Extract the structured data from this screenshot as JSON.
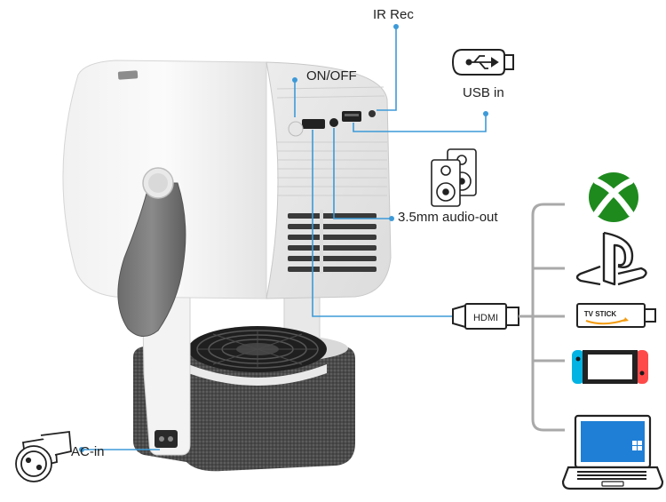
{
  "labels": {
    "ir_rec": "IR Rec",
    "on_off": "ON/OFF",
    "usb_in": "USB in",
    "audio_out": "3.5mm audio-out",
    "ac_in": "AC-in",
    "hdmi_plug": "HDMI",
    "tv_stick": "TV STICK"
  },
  "devices": [
    "xbox-console",
    "playstation-console",
    "tv-stick",
    "nintendo-switch",
    "laptop"
  ],
  "colors": {
    "callout_line": "#3d9ad8",
    "bracket_gray": "#a9a9a9",
    "xbox_green": "#1e8a1e",
    "switch_blue": "#00b3e3",
    "switch_red": "#ff4a4a",
    "windows_blue": "#1f7fd6",
    "amazon_orange": "#f39c12"
  }
}
